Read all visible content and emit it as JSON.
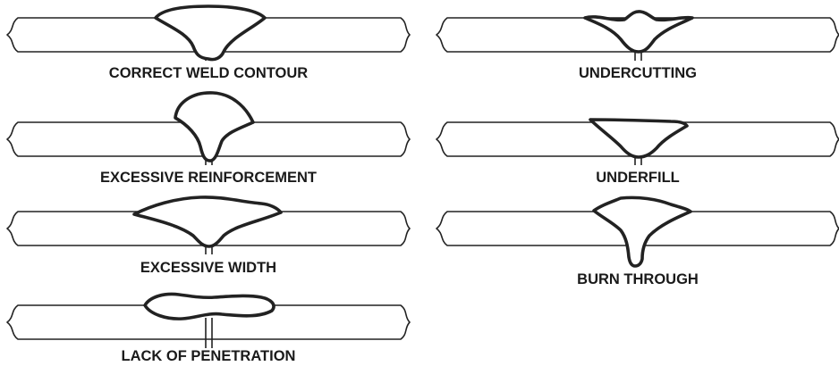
{
  "panels": [
    {
      "key": "correct_weld_contour",
      "label": "CORRECT WELD CONTOUR"
    },
    {
      "key": "excessive_reinforcement",
      "label": "EXCESSIVE REINFORCEMENT"
    },
    {
      "key": "excessive_width",
      "label": "EXCESSIVE WIDTH"
    },
    {
      "key": "lack_of_penetration",
      "label": "LACK OF PENETRATION"
    },
    {
      "key": "undercutting",
      "label": "UNDERCUTTING"
    },
    {
      "key": "underfill",
      "label": "UNDERFILL"
    },
    {
      "key": "burn_through",
      "label": "BURN THROUGH"
    }
  ]
}
